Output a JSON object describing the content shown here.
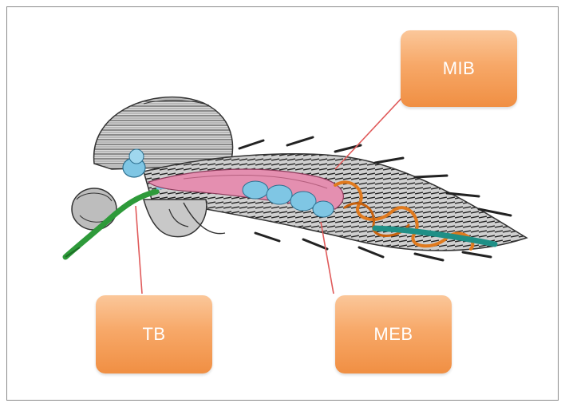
{
  "labels": {
    "mib": "MIB",
    "tb": "TB",
    "meb": "MEB"
  },
  "colors": {
    "label_box": "#f7a868",
    "pointer_line": "#e05a5a",
    "midgut": "#e48fb0",
    "crop": "#7fc6e4",
    "foregut": "#2e9a3a",
    "tubules": "#e07a1e",
    "hindgut": "#1f8f86"
  }
}
